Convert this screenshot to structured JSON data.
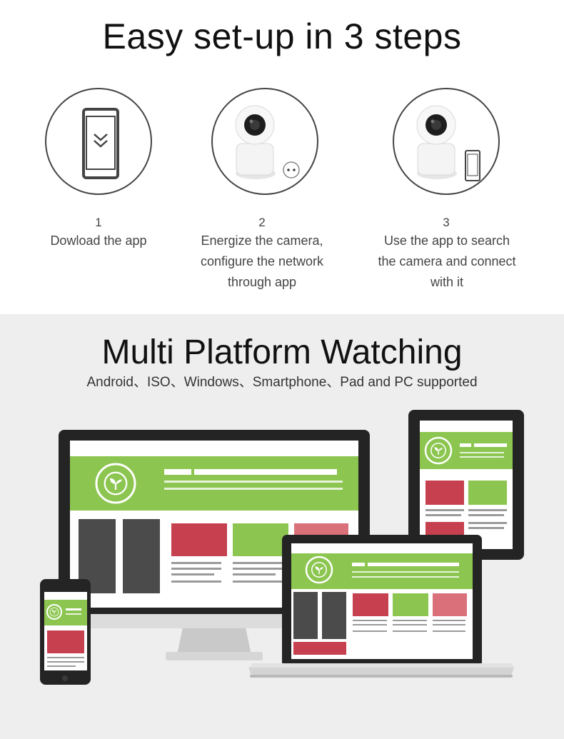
{
  "setup": {
    "title": "Easy set-up in 3 steps",
    "steps": [
      {
        "number": "1",
        "lines": [
          "Dowload the app"
        ],
        "icon": "smartphone-download-icon"
      },
      {
        "number": "2",
        "lines": [
          "Energize the camera,",
          "configure the network",
          "through app"
        ],
        "icon": "camera-power-icon"
      },
      {
        "number": "3",
        "lines": [
          "Use the app to search",
          "the camera and connect",
          "with it"
        ],
        "icon": "camera-phone-icon"
      }
    ]
  },
  "platforms": {
    "title": "Multi Platform Watching",
    "subtitle": "Android、ISO、Windows、Smartphone、Pad and PC supported",
    "devices": [
      "desktop-monitor",
      "tablet",
      "laptop",
      "smartphone"
    ],
    "colors": {
      "green": "#8cc650",
      "red": "#c6404f",
      "dark": "#4a4a4a",
      "frame": "#2a2a2a"
    }
  }
}
